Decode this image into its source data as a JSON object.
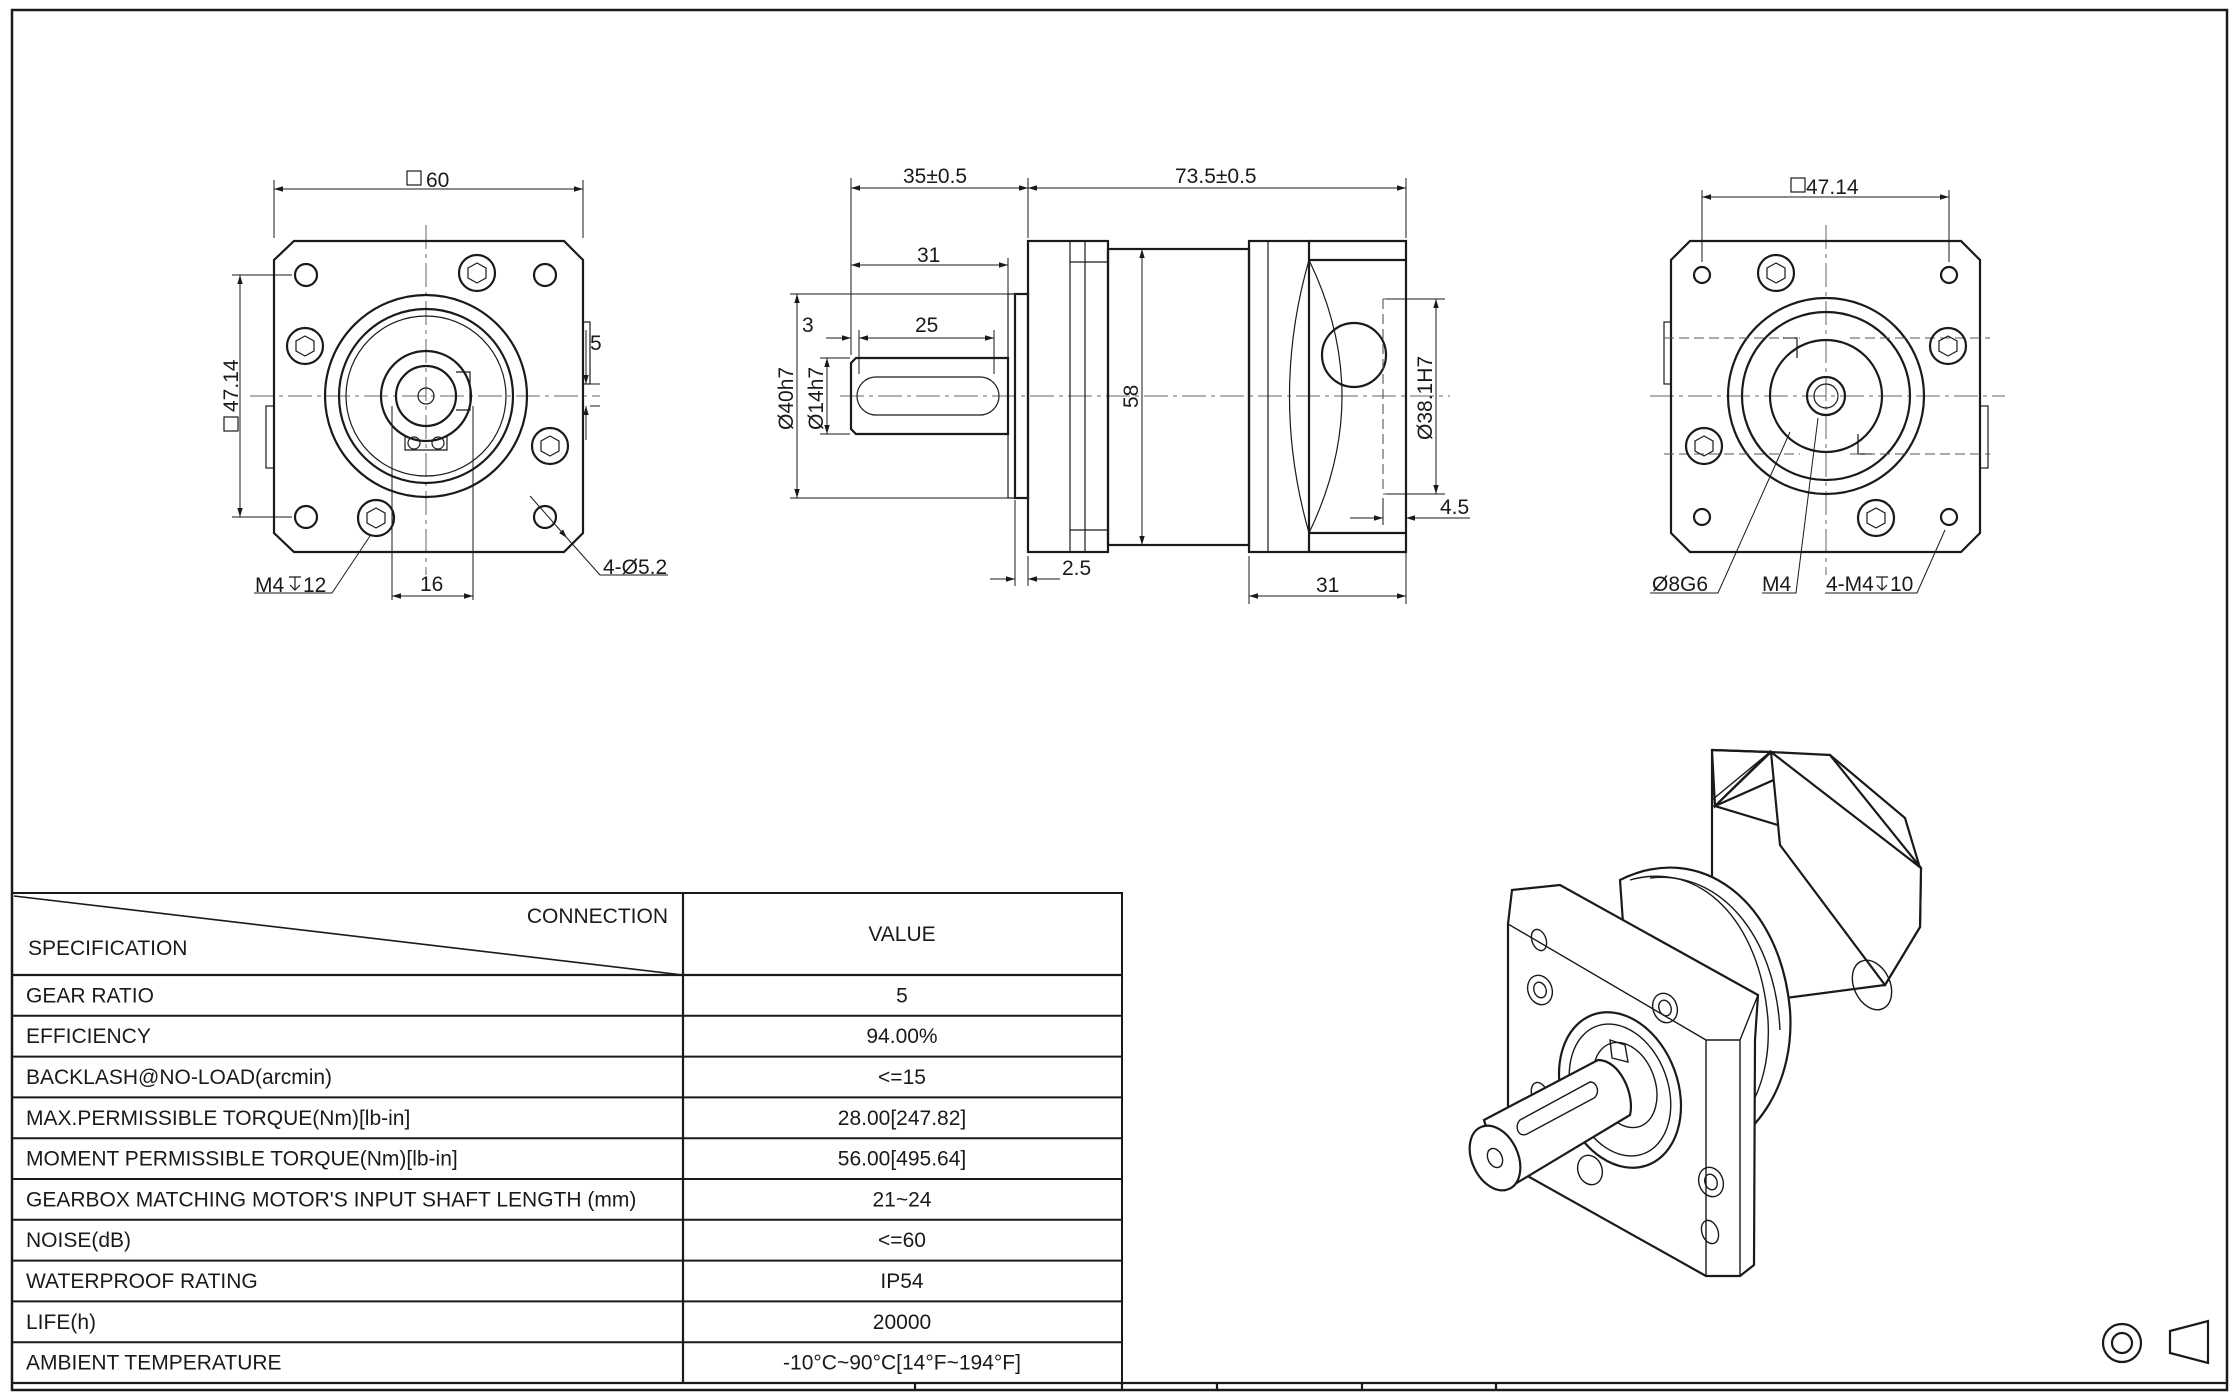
{
  "dimensions": {
    "front_view": {
      "square": "60",
      "bolt_square": "47.14",
      "key_offset": "5",
      "mount_hole": "4-Ø5.2",
      "thread": "M4",
      "thread_depth": "12",
      "pitch": "16"
    },
    "side_view": {
      "shaft_length": "35±0.5",
      "body_length": "73.5±0.5",
      "shaft_key_end": "31",
      "key_length": "25",
      "key_offset": "3",
      "pilot_dia": "Ø40h7",
      "shaft_dia": "Ø14h7",
      "body_height": "58",
      "input_bore": "Ø38.1H7",
      "input_depth": "4.5",
      "pilot_height": "2.5",
      "input_length": "31"
    },
    "rear_view": {
      "bolt_square": "47.14",
      "bore": "Ø8G6",
      "clamp_screw": "M4",
      "motor_holes": "4-M4",
      "motor_hole_depth": "10"
    }
  },
  "spec_table": {
    "header_connection": "CONNECTION",
    "header_specification": "SPECIFICATION",
    "header_value": "VALUE",
    "rows": [
      {
        "label": "GEAR RATIO",
        "value": "5"
      },
      {
        "label": "EFFICIENCY",
        "value": "94.00%"
      },
      {
        "label": "BACKLASH@NO-LOAD(arcmin)",
        "value": "<=15"
      },
      {
        "label": "MAX.PERMISSIBLE TORQUE(Nm)[lb-in]",
        "value": "28.00[247.82]"
      },
      {
        "label": "MOMENT PERMISSIBLE TORQUE(Nm)[lb-in]",
        "value": "56.00[495.64]"
      },
      {
        "label": "GEARBOX MATCHING MOTOR'S INPUT SHAFT LENGTH (mm)",
        "value": "21~24"
      },
      {
        "label": "NOISE(dB)",
        "value": "<=60"
      },
      {
        "label": "WATERPROOF RATING",
        "value": "IP54"
      },
      {
        "label": "LIFE(h)",
        "value": "20000"
      },
      {
        "label": "AMBIENT TEMPERATURE",
        "value": "-10°C~90°C[14°F~194°F]"
      }
    ]
  },
  "projection_symbol": "first-angle-projection-icon"
}
